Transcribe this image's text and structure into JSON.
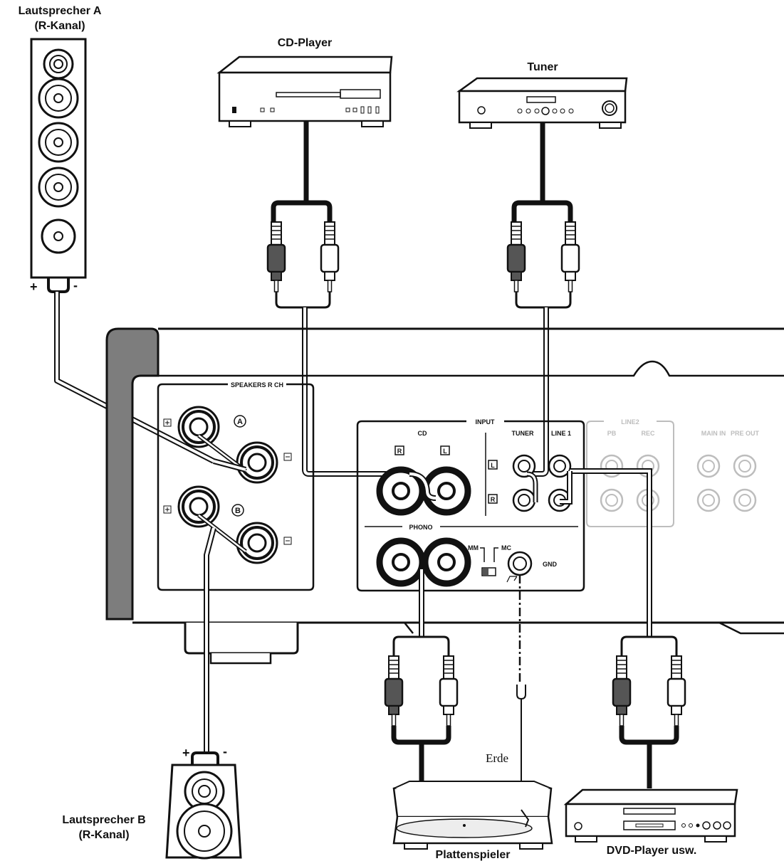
{
  "devices": {
    "speaker_a": {
      "name": "Lautsprecher A",
      "channel": "(R-Kanal)"
    },
    "speaker_b": {
      "name": "Lautsprecher B",
      "channel": "(R-Kanal)"
    },
    "cd_player": "CD-Player",
    "tuner": "Tuner",
    "turntable": "Plattenspieler",
    "dvd_player": "DVD-Player usw.",
    "ground": "Erde"
  },
  "polarity": {
    "plus": "+",
    "minus": "-"
  },
  "panel": {
    "speakers_title": "SPEAKERS R CH",
    "terminal_a": "A",
    "terminal_b": "B",
    "input_title": "INPUT",
    "cd": "CD",
    "tuner": "TUNER",
    "line1": "LINE 1",
    "line2": "LINE2",
    "pb": "PB",
    "rec": "REC",
    "main_in": "MAIN IN",
    "pre_out": "PRE OUT",
    "phono": "PHONO",
    "mm": "MM",
    "mc": "MC",
    "gnd": "GND",
    "ch_r": "R",
    "ch_l": "L"
  },
  "colors": {
    "line": "#111111",
    "panel_gray": "#7d7d7d",
    "faded": "#bdbdbd"
  }
}
